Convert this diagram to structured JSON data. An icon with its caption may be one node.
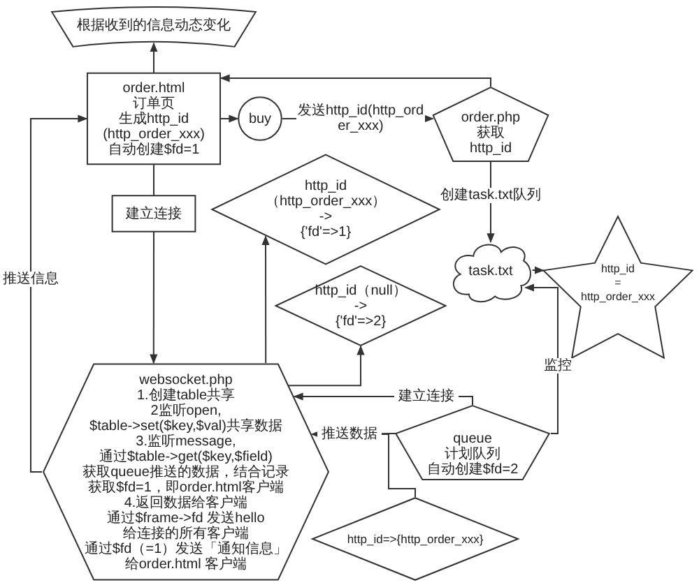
{
  "diagram": {
    "nodes": [
      {
        "text": [
          "根据收到的信息动态变化"
        ]
      },
      {
        "text": [
          "order.html",
          "订单页",
          "生成http_id",
          "(http_order_xxx)",
          "自动创建$fd=1"
        ]
      },
      {
        "text": [
          "buy"
        ]
      },
      {
        "text": [
          "order.php",
          "获取",
          "http_id"
        ]
      },
      {
        "text": [
          "建立连接"
        ]
      },
      {
        "text": [
          "http_id（http_order_xxx）",
          "->",
          "{'fd'=>1}"
        ]
      },
      {
        "text": [
          "task.txt"
        ]
      },
      {
        "text": [
          "http_id",
          "=",
          "http_order_xxx"
        ]
      },
      {
        "text": [
          "http_id（null）",
          "->",
          "{'fd'=>2}"
        ]
      },
      {
        "text": [
          "websocket.php",
          "1.创建table共享",
          "2监听open,",
          "$table->set($key,$val)共享数据",
          "3.监听message,",
          "通过$table->get($key,$field)",
          "获取queue推送的数据，结合记录",
          "获取$fd=1，即order.html客户端",
          "4.返回数据给客户端",
          "通过$frame->fd 发送hello",
          "给连接的所有客户端",
          "通过$fd（=1）发送「通知信息」",
          "给order.html 客户端"
        ]
      },
      {
        "text": [
          "queue",
          "计划队列",
          "自动创建$fd=2"
        ]
      },
      {
        "text": [
          "http_id=>{http_order_xxx}"
        ]
      }
    ],
    "edges": [
      {
        "from": 1,
        "to": 0,
        "arrow": "to"
      },
      {
        "from": 1,
        "to": 2,
        "arrow": "to"
      },
      {
        "from": 2,
        "to": 3,
        "arrow": "to",
        "label": "发送http_id(http_order_xxx)"
      },
      {
        "from": 3,
        "to": 1,
        "arrow": "to"
      },
      {
        "from": 3,
        "to": 6,
        "arrow": "to",
        "label": "创建task.txt队列"
      },
      {
        "from": 6,
        "to": 7,
        "arrow": "to"
      },
      {
        "from": 10,
        "to": 6,
        "arrow": "to",
        "label": "监控"
      },
      {
        "from": 1,
        "to": 4,
        "arrow": "none"
      },
      {
        "from": 4,
        "to": 9,
        "arrow": "to"
      },
      {
        "from": 9,
        "to": 5,
        "arrow": "to"
      },
      {
        "from": 9,
        "to": 8,
        "arrow": "to"
      },
      {
        "from": 10,
        "to": 9,
        "arrow": "to",
        "label": "建立连接"
      },
      {
        "from": 10,
        "to": 9,
        "arrow": "to",
        "label": "推送数据"
      },
      {
        "from": 9,
        "to": 1,
        "arrow": "to",
        "label": "推送信息"
      },
      {
        "from": 11,
        "to": 9,
        "arrow": "to"
      }
    ]
  }
}
